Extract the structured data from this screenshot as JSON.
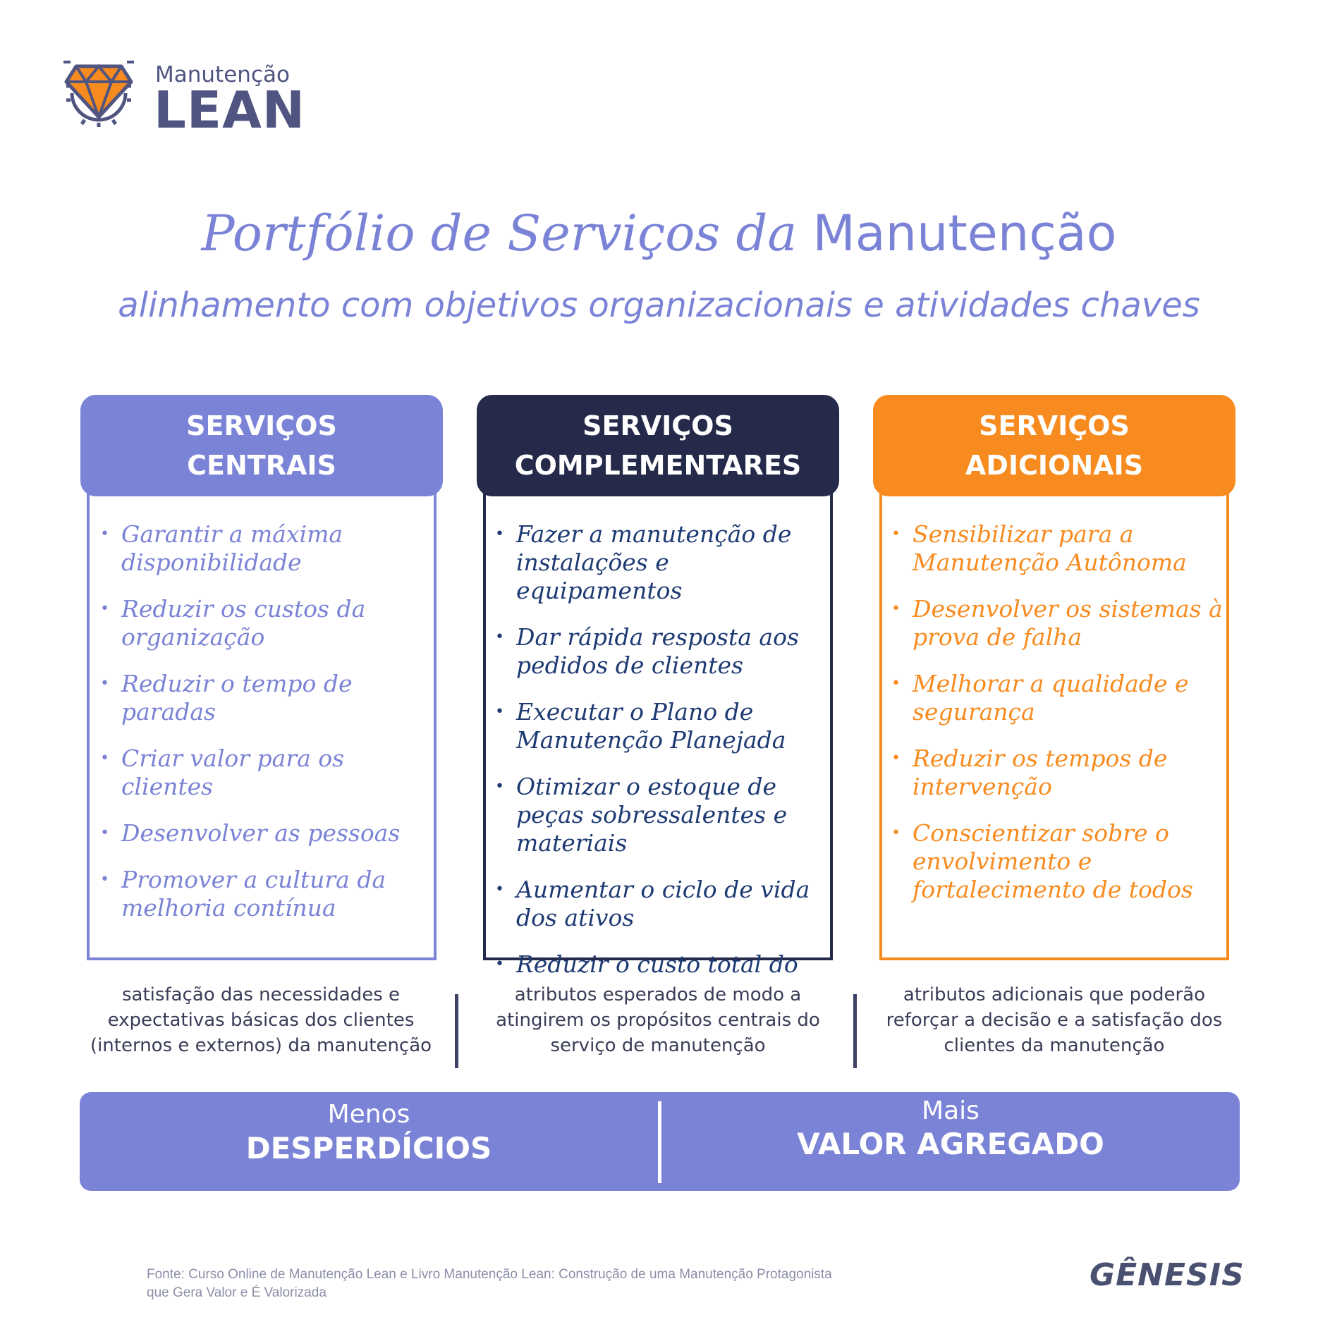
{
  "logo": {
    "small": "Manutenção",
    "big": "LEAN",
    "icon": "diamond-gear-icon"
  },
  "title": {
    "part1": "Portfólio de Serviços da",
    "part2": "Manutenção"
  },
  "subtitle": "alinhamento com objetivos organizacionais e atividades chaves",
  "columns": [
    {
      "header_line1": "SERVIÇOS",
      "header_line2": "CENTRAIS",
      "color": "#7b83d6",
      "items": [
        "Garantir a máxima disponibilidade",
        "Reduzir os custos da organização",
        "Reduzir o tempo de paradas",
        "Criar valor para os clientes",
        "Desenvolver as pessoas",
        "Promover a cultura da melhoria contínua"
      ],
      "caption": "satisfação das necessidades e expectativas básicas dos clientes (internos e externos) da manutenção"
    },
    {
      "header_line1": "SERVIÇOS",
      "header_line2": "COMPLEMENTARES",
      "color": "#262a4a",
      "items": [
        "Fazer a manutenção de instalações e equipamentos",
        "Dar rápida resposta aos pedidos de clientes",
        "Executar o Plano de Manutenção Planejada",
        "Otimizar o estoque de peças sobressalentes e materiais",
        "Aumentar o ciclo de vida dos ativos",
        "Reduzir o custo total do"
      ],
      "caption": "atributos esperados de modo a atingirem os propósitos centrais do serviço de manutenção"
    },
    {
      "header_line1": "SERVIÇOS",
      "header_line2": "ADICIONAIS",
      "color": "#f78b1f",
      "items": [
        "Sensibilizar para a Manutenção Autônoma",
        "Desenvolver os sistemas à prova de falha",
        "Melhorar a qualidade e segurança",
        "Reduzir os tempos de intervenção",
        "Conscientizar sobre o envolvimento  e fortalecimento de todos"
      ],
      "caption": "atributos adicionais que poderão reforçar a decisão e a satisfação dos clientes da manutenção"
    }
  ],
  "bottom": {
    "left_small": "Menos",
    "left_big": "DESPERDÍCIOS",
    "right_small": "Mais",
    "right_big": "VALOR AGREGADO"
  },
  "footer": {
    "source_line1": "Fonte:  Curso Online de Manutenção Lean e Livro Manutenção Lean:  Construção de uma Manutenção Protagonista",
    "source_line2": "que Gera Valor e É Valorizada",
    "brand": "GÊNESIS"
  },
  "colors": {
    "accent_blue": "#7b83d6",
    "navy": "#262a4a",
    "orange": "#f78b1f",
    "text_navy": "#1e3a73"
  }
}
